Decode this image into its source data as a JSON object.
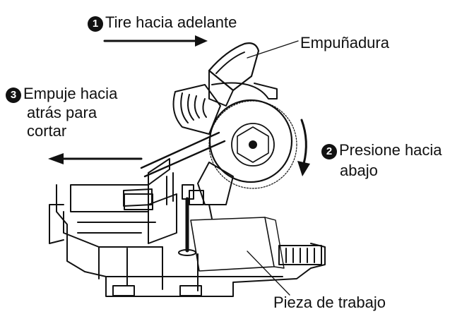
{
  "step1": {
    "number": "1",
    "text": "Tire hacia adelante"
  },
  "step2": {
    "number": "2",
    "line1": "Presione hacia",
    "line2": "abajo"
  },
  "step3": {
    "number": "3",
    "line1": "Empuje hacia",
    "line2": "atrás para",
    "line3": "cortar"
  },
  "labels": {
    "handle": "Empuñadura",
    "workpiece": "Pieza de trabajo"
  }
}
